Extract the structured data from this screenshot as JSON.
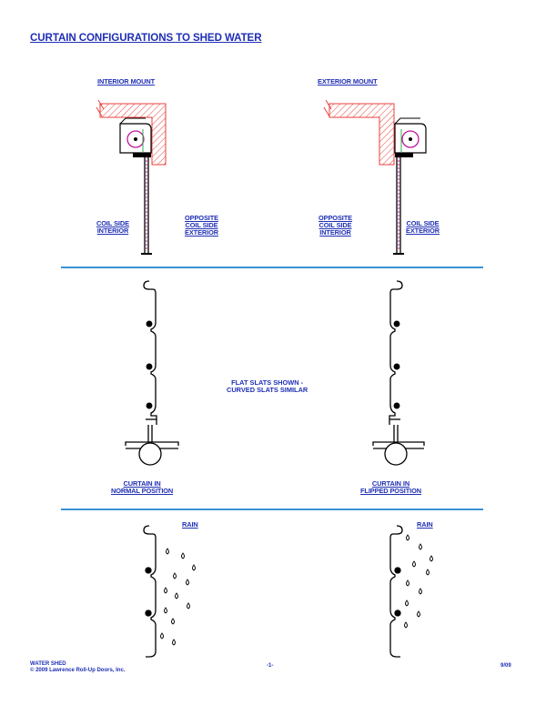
{
  "title": "CURTAIN CONFIGURATIONS TO SHED WATER",
  "mounts": {
    "interior": {
      "heading": "INTERIOR MOUNT",
      "coil_side": [
        "COIL SIDE",
        "INTERIOR"
      ],
      "opposite_side": [
        "OPPOSITE",
        "COIL SIDE",
        "EXTERIOR"
      ]
    },
    "exterior": {
      "heading": "EXTERIOR MOUNT",
      "opposite_side": [
        "OPPOSITE",
        "COIL SIDE",
        "INTERIOR"
      ],
      "coil_side": [
        "COIL SIDE",
        "EXTERIOR"
      ]
    }
  },
  "slats_note": [
    "FLAT SLATS SHOWN -",
    "CURVED SLATS SIMILAR"
  ],
  "positions": {
    "normal": [
      "CURTAIN IN",
      "NORMAL POSITION"
    ],
    "flipped": [
      "CURTAIN IN",
      "FLIPPED POSITION"
    ]
  },
  "rain": {
    "left_label": "RAIN",
    "right_label": "RAIN"
  },
  "footer": {
    "doc_name": "WATER SHED",
    "copyright": "© 2009 Lawrence Roll-Up Doors, Inc.",
    "page": "-1-",
    "date": "9/09"
  },
  "colors": {
    "text": "#1f2fb5",
    "divider": "#3b91d4",
    "wall_hatch": "#e8423c",
    "drawing": "#000000",
    "accent_magenta": "#c2189a",
    "accent_green": "#2fa84f"
  }
}
